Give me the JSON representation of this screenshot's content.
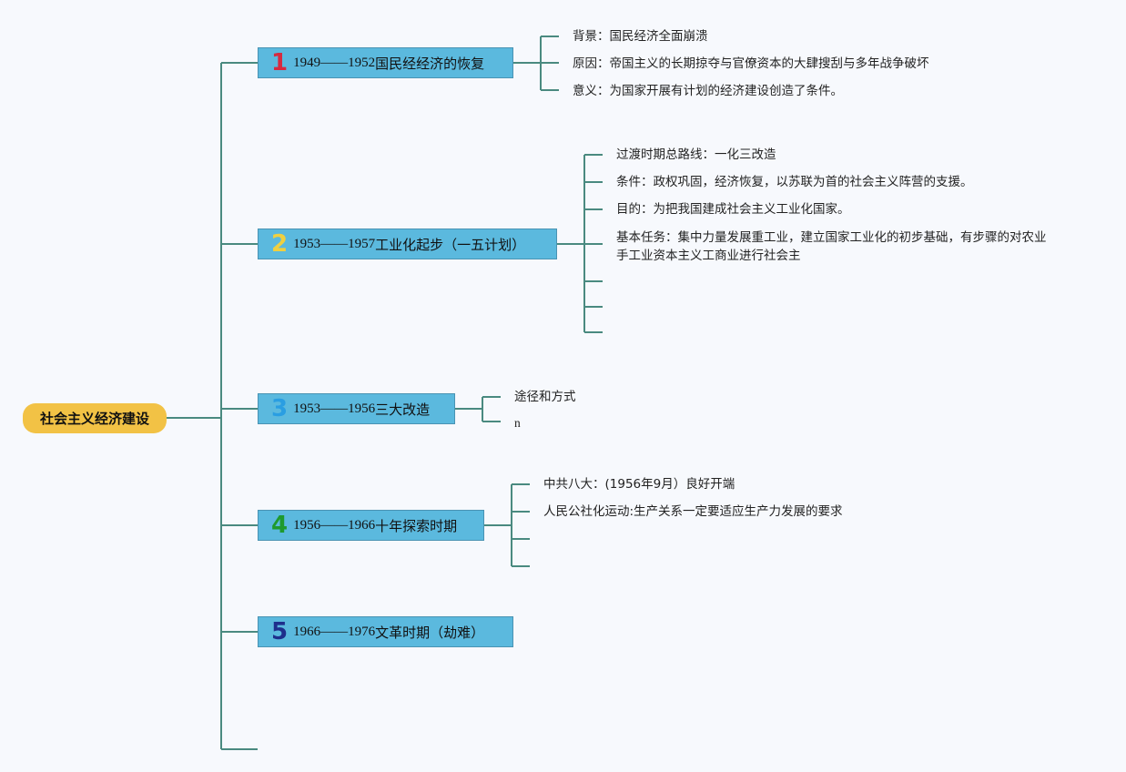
{
  "root": {
    "label": "社会主义经济建设"
  },
  "colors": {
    "root_bg": "#f2c245",
    "branch_bg": "#5bb9de",
    "line": "#4a8a80"
  },
  "branches": [
    {
      "num": "1",
      "num_color": "#d62a40",
      "years": "1949——1952",
      "title": "国民经经济的恢复",
      "leaves": [
        "背景：国民经济全面崩溃",
        "原因：帝国主义的长期掠夺与官僚资本的大肆搜刮与多年战争破坏",
        "意义：为国家开展有计划的经济建设创造了条件。"
      ]
    },
    {
      "num": "2",
      "num_color": "#f0d040",
      "years": "1953——1957",
      "title": "工业化起步（一五计划）",
      "leaves": [
        "过渡时期总路线：一化三改造",
        "条件：政权巩固，经济恢复，以苏联为首的社会主义阵营的支援。",
        "目的：为把我国建成社会主义工业化国家。",
        "基本任务：集中力量发展重工业，建立国家工业化的初步基础，有步骤的对农业",
        "手工业资本主义工商业进行社会主"
      ]
    },
    {
      "num": "3",
      "num_color": "#2a9ee2",
      "years": "1953——1956",
      "title": "三大改造",
      "leaves": [
        "途径和方式",
        "n"
      ]
    },
    {
      "num": "4",
      "num_color": "#1e9a2e",
      "years": "1956——1966",
      "title": "十年探索时期",
      "leaves": [
        "中共八大：(1956年9月）良好开端",
        "人民公社化运动:生产关系一定要适应生产力发展的要求"
      ]
    },
    {
      "num": "5",
      "num_color": "#1e2f8c",
      "years": "1966——1976",
      "title": "文革时期（劫难）",
      "leaves": []
    }
  ]
}
